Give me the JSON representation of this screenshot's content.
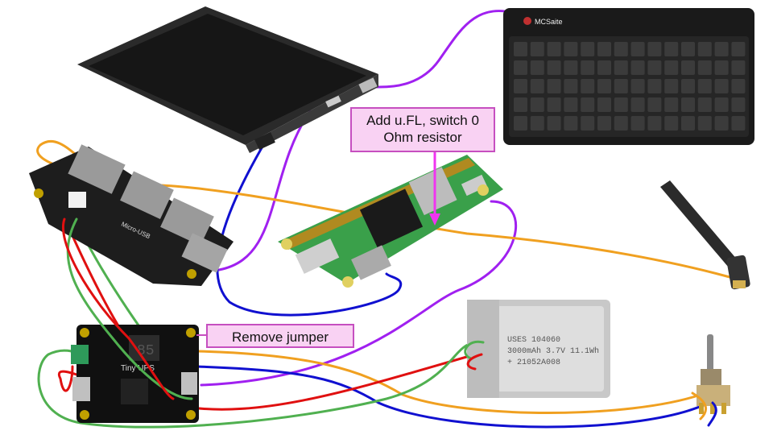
{
  "annotations": {
    "ufl_line1": "Add u.FL, switch 0",
    "ufl_line2": "Ohm resistor",
    "jumper": "Remove jumper"
  },
  "components": {
    "keyboard_brand": "MCSaite",
    "battery_line1": "USES 104060",
    "battery_line2": "3000mAh 3.7V 11.1Wh",
    "battery_line3": "+ 21052A008",
    "ups_label": "Tiny UPS",
    "ups_display": "85",
    "hub_label": "Micro-USB"
  },
  "colors": {
    "purple": "#a020f0",
    "orange": "#f0a020",
    "blue": "#1010d0",
    "red": "#e01010",
    "green": "#50b050",
    "callout_fill": "#f9d2f3",
    "callout_border": "#c64fc0"
  }
}
